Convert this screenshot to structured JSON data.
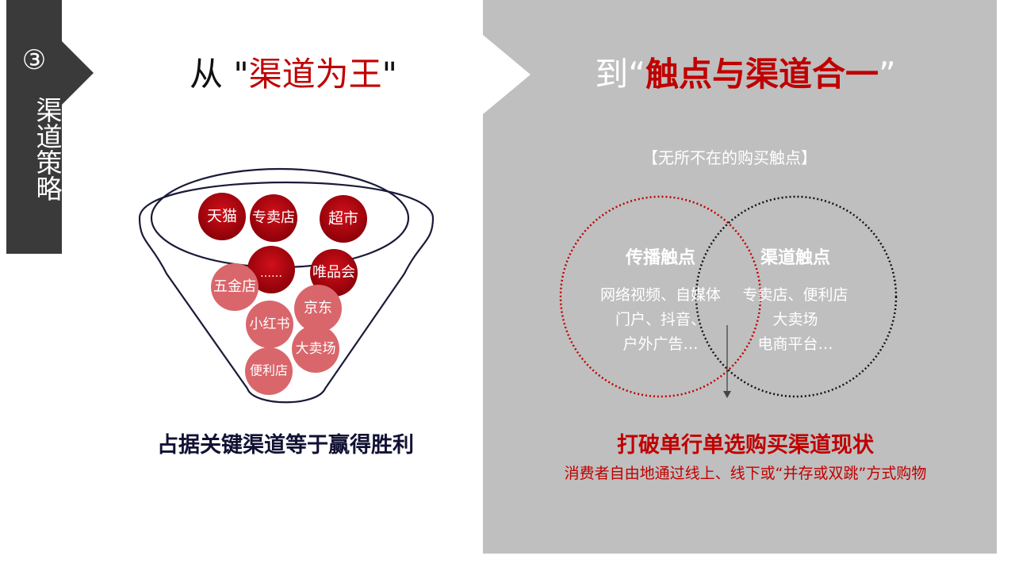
{
  "side": {
    "number": "③",
    "label": "渠道策略"
  },
  "left": {
    "title_prefix": "从 \"",
    "title_highlight": "渠道为王",
    "title_suffix": "\"",
    "caption": "占据关键渠道等于赢得胜利",
    "funnel_top_channels": [
      "天猫",
      "专卖店",
      "超市"
    ],
    "funnel_channels": [
      "……",
      "唯品会",
      "五金店",
      "京东",
      "小红书",
      "大卖场",
      "便利店"
    ]
  },
  "right": {
    "title_prefix": "到“",
    "title_highlight": "触点与渠道合一",
    "title_suffix": "”",
    "header": "【无所不在的购买触点】",
    "circle_left_title": "传播触点",
    "circle_left_lines": [
      "网络视频、自媒体",
      "门户、抖音、",
      "户外广告…"
    ],
    "circle_right_title": "渠道触点",
    "circle_right_lines": [
      "专卖店、便利店",
      "大卖场",
      "电商平台…"
    ],
    "caption": "打破单行单选购买渠道现状",
    "subcaption": "消费者自由地通过线上、线下或“并存或双跳”方式购物"
  },
  "colors": {
    "side_tab": "#3a3a3a",
    "panel": "#bfbfbf",
    "accent_red": "#c00000",
    "bubble_dark": "#b0000a",
    "bubble_light": "#d9666b"
  }
}
